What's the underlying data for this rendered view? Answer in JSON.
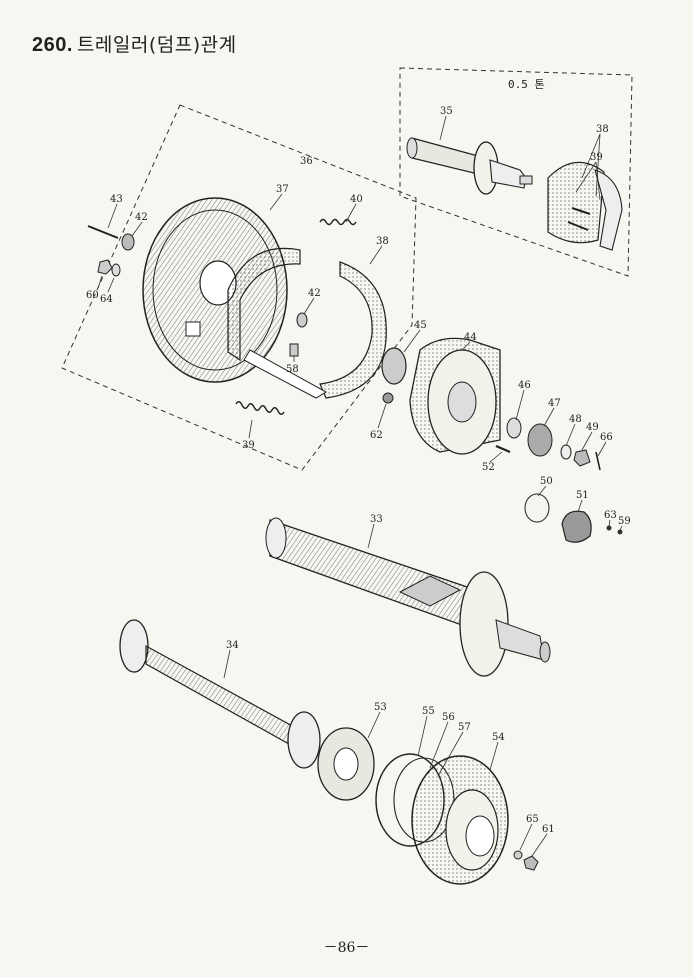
{
  "header": {
    "section_number": "260.",
    "section_title": "트레일러(덤프)관계"
  },
  "footer": {
    "page_number": "－86－"
  },
  "inset": {
    "spec_text": "0.5 톤"
  },
  "part_labels": [
    {
      "id": "p35",
      "text": "35"
    },
    {
      "id": "p38a",
      "text": "38"
    },
    {
      "id": "p39a",
      "text": "39"
    },
    {
      "id": "p36",
      "text": "36"
    },
    {
      "id": "p37",
      "text": "37"
    },
    {
      "id": "p43",
      "text": "43"
    },
    {
      "id": "p42a",
      "text": "42"
    },
    {
      "id": "p40",
      "text": "40"
    },
    {
      "id": "p38b",
      "text": "38"
    },
    {
      "id": "p60",
      "text": "60"
    },
    {
      "id": "p64",
      "text": "64"
    },
    {
      "id": "p42b",
      "text": "42"
    },
    {
      "id": "p58",
      "text": "58"
    },
    {
      "id": "p45",
      "text": "45"
    },
    {
      "id": "p44",
      "text": "44"
    },
    {
      "id": "p62",
      "text": "62"
    },
    {
      "id": "p39b",
      "text": "39"
    },
    {
      "id": "p46",
      "text": "46"
    },
    {
      "id": "p47",
      "text": "47"
    },
    {
      "id": "p48",
      "text": "48"
    },
    {
      "id": "p49",
      "text": "49"
    },
    {
      "id": "p66",
      "text": "66"
    },
    {
      "id": "p52",
      "text": "52"
    },
    {
      "id": "p50",
      "text": "50"
    },
    {
      "id": "p51",
      "text": "51"
    },
    {
      "id": "p63",
      "text": "63"
    },
    {
      "id": "p59",
      "text": "59"
    },
    {
      "id": "p33",
      "text": "33"
    },
    {
      "id": "p34",
      "text": "34"
    },
    {
      "id": "p53",
      "text": "53"
    },
    {
      "id": "p55",
      "text": "55"
    },
    {
      "id": "p56",
      "text": "56"
    },
    {
      "id": "p57",
      "text": "57"
    },
    {
      "id": "p54",
      "text": "54"
    },
    {
      "id": "p65",
      "text": "65"
    },
    {
      "id": "p61",
      "text": "61"
    }
  ]
}
